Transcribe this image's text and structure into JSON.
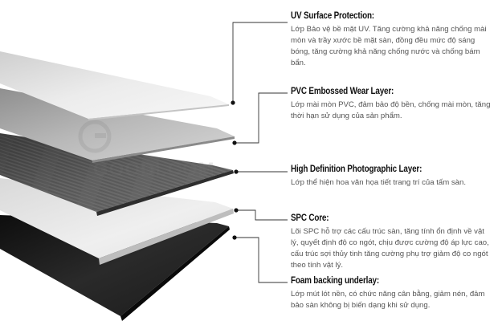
{
  "watermark": {
    "text": "GOODI.COM"
  },
  "colors": {
    "leader_line": "#333333",
    "dot": "#111111",
    "uv_layer": "#e6e6e6",
    "wear_layer": "#b3b3b3",
    "photo_layer": "#5a5a5a",
    "core_layer": "#e9e9e9",
    "foam_layer": "#1c1c1c"
  },
  "layers": [
    {
      "title": "UV Surface Protection:",
      "description": "Lớp Bảo vệ bề mặt UV. Tăng cường khả năng chống mài mòn và trầy xước bề mặt sàn, đồng đều mức độ sáng bóng, tăng cường khả năng chống nước và chống bám bẩn."
    },
    {
      "title": "PVC Embossed Wear Layer:",
      "description": "Lớp mài mòn PVC, đảm bảo độ bền, chống mài mòn, tăng thời hạn sử dụng của sản phẩm."
    },
    {
      "title": "High Definition Photographic Layer:",
      "description": "Lớp thể hiện hoa văn họa tiết trang trí của tấm sàn."
    },
    {
      "title": "SPC Core:",
      "description": "Lõi SPC hỗ trợ các cấu trúc sàn, tăng tính ổn định về vật lý, quyết định độ co ngót, chịu được cường độ áp lực cao, cấu trúc sợi thủy tinh tăng cường phụ trợ giảm độ co ngót theo tính vật lý."
    },
    {
      "title": "Foam backing underlay:",
      "description": "Lớp mút lót nền, có chức năng cân bằng, giảm nén, đảm bảo sàn không bị biến dạng khi sử dụng."
    }
  ]
}
